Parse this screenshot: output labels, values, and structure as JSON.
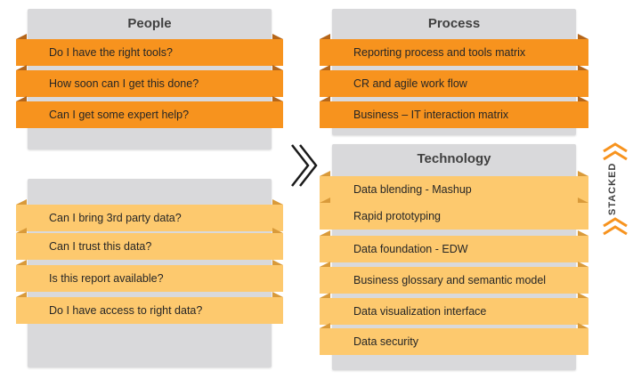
{
  "colors": {
    "panel": "#d9d9db",
    "orange": "#f7931e",
    "light_orange": "#fdc96e",
    "text": "#262626"
  },
  "people": {
    "title": "People",
    "items": [
      "Do I have the right tools?",
      "How soon can I get this done?",
      "Can I get some expert help?"
    ]
  },
  "process": {
    "title": "Process",
    "items": [
      "Reporting process and tools matrix",
      "CR and agile work flow",
      "Business – IT interaction matrix"
    ]
  },
  "data_questions": {
    "items": [
      "Can I bring 3rd party data?",
      "Can I trust this data?",
      "Is this report available?",
      "Do I have access to right data?"
    ]
  },
  "technology": {
    "title": "Technology",
    "items": [
      "Data blending - Mashup",
      "Rapid prototyping",
      "Data foundation - EDW",
      "Business glossary and semantic model",
      "Data visualization interface",
      "Data security"
    ]
  },
  "stacked_label": "STACKED",
  "icons": {
    "arrow": "double-chevron-right-icon",
    "stack": "double-chevron-up-icon"
  }
}
